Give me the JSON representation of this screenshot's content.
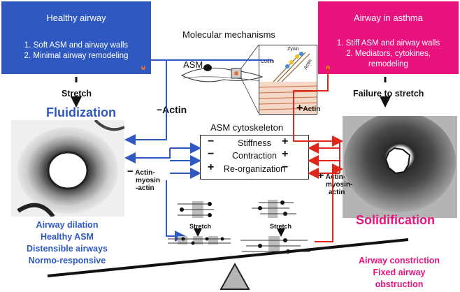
{
  "healthy_box": {
    "title": "Healthy airway",
    "items": [
      "1. Soft ASM and airway walls",
      "2. Minimal airway remodeling"
    ],
    "color": "#2f58c0"
  },
  "asthma_box": {
    "title": "Airway in asthma",
    "items": [
      "1.   Stiff ASM and airway walls",
      "2.    Mediators, cytokines,",
      "remodeling"
    ],
    "color": "#e8137e"
  },
  "molecular": {
    "title": "Molecular mechanisms",
    "asm_label": "ASM",
    "inset_labels": [
      "Cofilin",
      "Zyxin",
      "Actin"
    ]
  },
  "left_flow": {
    "stretch": "Stretch",
    "fluidization": "Fluidization",
    "minus_actin": "−Actin",
    "actin_myosin": [
      "Actin-",
      "myosin",
      "-actin"
    ],
    "outcomes": [
      "Airway dilation",
      "Healthy ASM",
      "Distensible airways",
      "Normo-responsive"
    ]
  },
  "right_flow": {
    "failure": "Failure to stretch",
    "plus_actin": "Actin",
    "solidification": "Solidification",
    "actin_myosin": [
      "Actin-",
      "myosin-",
      "actin"
    ],
    "outcomes": [
      "Airway constriction",
      "Fixed airway",
      "obstruction"
    ]
  },
  "cytoskeleton": {
    "title": "ASM cytoskeleton",
    "rows": [
      "Stiffness",
      "Contraction",
      "Re-organization"
    ],
    "left_signs": [
      "−",
      "−",
      "+"
    ],
    "right_signs": [
      "+",
      "+",
      "−"
    ]
  },
  "bottom_labels": {
    "stretch_left": "Stretch",
    "stretch_right": "Stretch"
  },
  "colors": {
    "blue": "#2f58c0",
    "pink": "#e8137e",
    "arrow_red": "#e0261b",
    "arrow_blue": "#2f58c0"
  }
}
